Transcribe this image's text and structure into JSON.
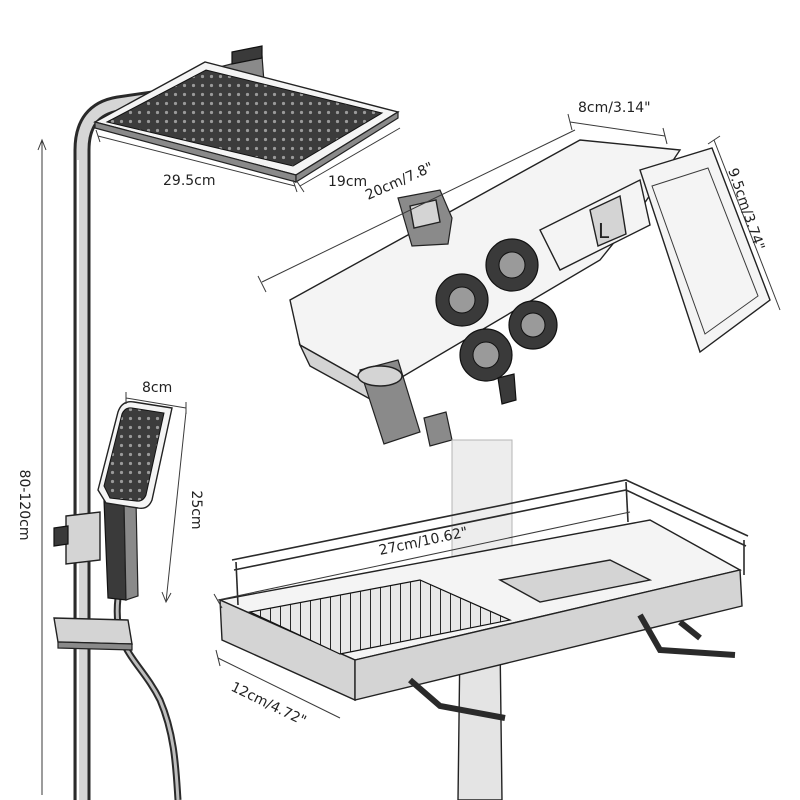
{
  "dimensions": {
    "total_height": "80-120cm",
    "head_width": "29.5cm",
    "head_depth": "19cm",
    "mixer_length": "20cm/7.8\"",
    "mixer_top": "8cm/3.14\"",
    "mixer_height": "9.5cm/3.74\"",
    "handheld_width": "8cm",
    "handheld_length": "25cm",
    "shelf_length": "27cm/10.62\"",
    "shelf_depth": "12cm/4.72\""
  }
}
